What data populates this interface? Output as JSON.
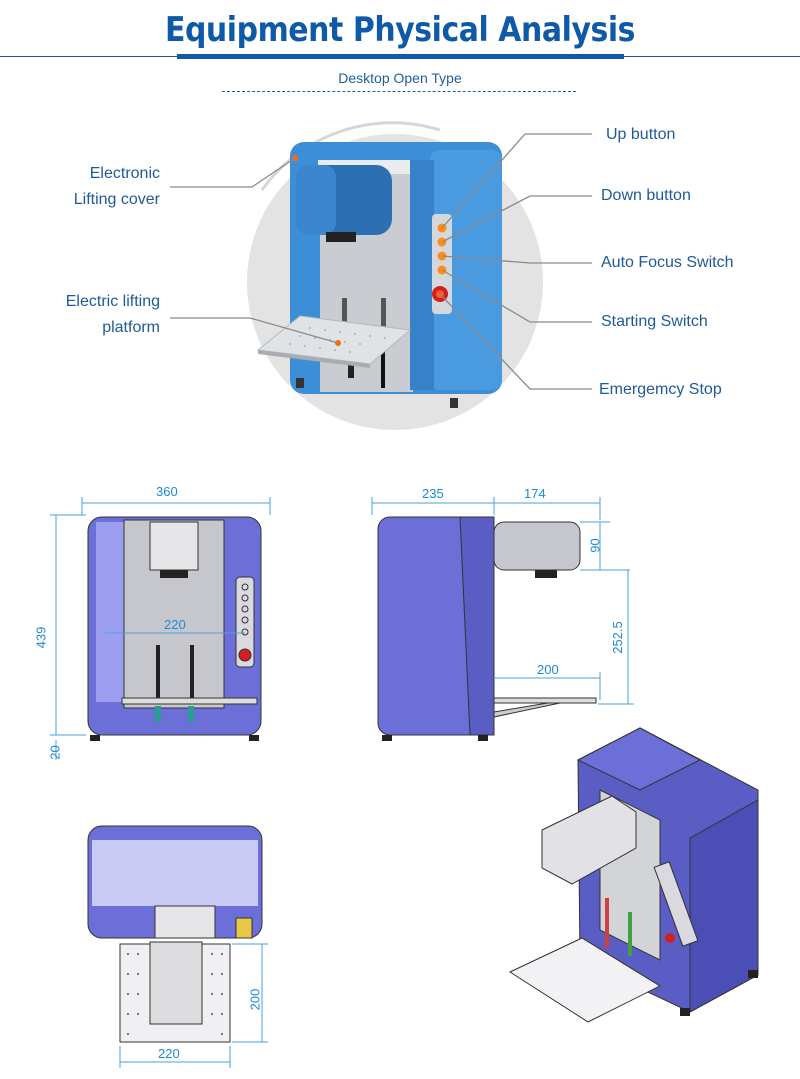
{
  "header": {
    "title": "Equipment Physical Analysis",
    "subtitle": "Desktop Open Type"
  },
  "callouts": {
    "left": [
      {
        "line1": "Electronic",
        "line2": "Lifting cover"
      },
      {
        "line1": "Electric lifting",
        "line2": "platform"
      }
    ],
    "right": [
      "Up button",
      "Down button",
      "Auto Focus Switch",
      "Starting Switch",
      "Emergemcy Stop"
    ]
  },
  "dimensions": {
    "front": {
      "width": "360",
      "height": "439",
      "feet": "20",
      "inner": "220"
    },
    "side": {
      "depth": "235",
      "head": "174",
      "head_height": "90",
      "lift": "252.5",
      "platform": "200"
    },
    "top": {
      "platform_depth": "200",
      "platform_width": "220"
    }
  },
  "colors": {
    "brand": "#0f5aa8",
    "label": "#1e5a99",
    "dimension": "#1e8ad6",
    "machine_blue": "#3c8fd6",
    "drawing_body": "#6c6fd8"
  }
}
